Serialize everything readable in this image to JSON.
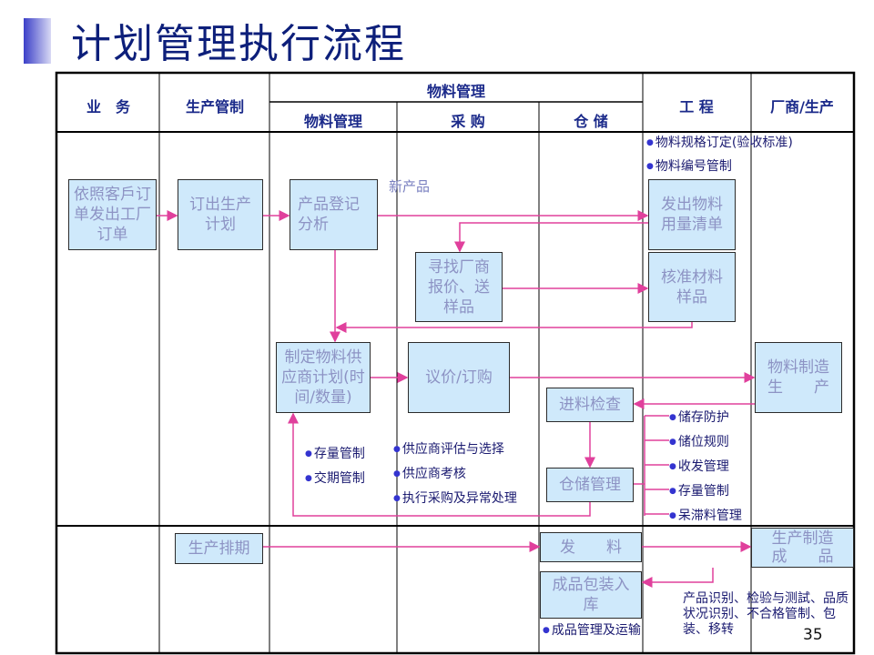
{
  "title": "计划管理执行流程",
  "headers": {
    "business": "业　务",
    "production_control": "生产管制",
    "material_management_group": "物料管理",
    "material_management": "物料管理",
    "purchasing": "采 购",
    "warehouse": "仓 储",
    "engineering": "工 程",
    "vendor_production": "厂商/生产"
  },
  "boxes": {
    "customer_order": "依照客戶订单发出工厂订单",
    "production_plan": "订出生产计划",
    "product_registration": "产品登记分析",
    "material_bom": "发出物料用量清单",
    "find_vendor": "寻找厂商报价、送样品",
    "approve_samples": "核准材料样品",
    "supplier_plan": "制定物料供应商计划(时间/数量)",
    "negotiate_order": "议价/订购",
    "material_manufacturing": "物料制造生　　产",
    "incoming_inspection": "进料检查",
    "warehouse_management": "仓储管理",
    "production_schedule": "生产排期",
    "issue_material": "发　　料",
    "finished_goods": "生产制造成　　品",
    "packaging_storage": "成品包装入库"
  },
  "new_product_label": "新产品",
  "engineering_bullets": [
    "物料规格订定(验收标准)",
    "物料编号管制"
  ],
  "material_bullets": [
    "存量管制",
    "交期管制"
  ],
  "purchasing_bullets": [
    "供应商评估与选择",
    "供应商考核",
    "执行采购及异常处理"
  ],
  "warehouse_bullets": [
    "储存防护",
    "储位规则",
    "收发管理",
    "存量管制",
    "呆滞料管理"
  ],
  "finished_bullet": "成品管理及运输",
  "quality_note": "产品识别、检验与测試、品质状况识别、不合格管制、包装、移转",
  "page_number": "35",
  "colors": {
    "arrow": "#e0409c",
    "box_fill": "#cfe9fb",
    "title": "#0d1f7a"
  }
}
